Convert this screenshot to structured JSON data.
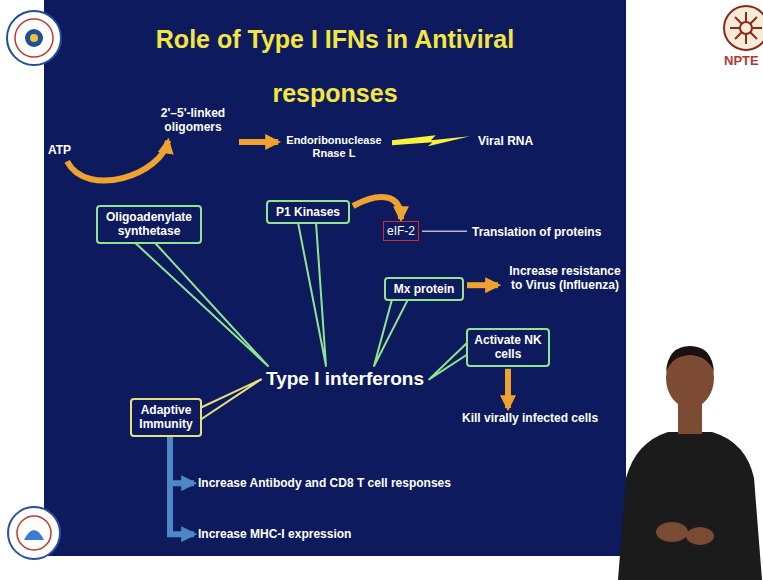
{
  "diagram": {
    "title": "Role of Type I IFNs in Antiviral responses",
    "nodes": [
      {
        "text": [
          "ATP"
        ]
      },
      {
        "text": [
          "2'–5'-linked oligomers"
        ]
      },
      {
        "text": [
          "Endoribonuclease Rnase L"
        ]
      },
      {
        "text": [
          "Viral RNA"
        ]
      },
      {
        "text": [
          "Oligoadenylate synthetase"
        ]
      },
      {
        "text": [
          "P1 Kinases"
        ]
      },
      {
        "text": [
          "eIF-2"
        ]
      },
      {
        "text": [
          "Translation of proteins"
        ]
      },
      {
        "text": [
          "Mx protein"
        ]
      },
      {
        "text": [
          "Increase resistance to Virus (Influenza)"
        ]
      },
      {
        "text": [
          "Activate NK cells"
        ]
      },
      {
        "text": [
          "Type I interferons"
        ]
      },
      {
        "text": [
          "Kill virally infected cells"
        ]
      },
      {
        "text": [
          "Adaptive Immunity"
        ]
      },
      {
        "text": [
          "Increase Antibody and CD8 T cell responses"
        ]
      },
      {
        "text": [
          "Increase MHC-I expression"
        ]
      }
    ],
    "edges": [
      {
        "from": 0,
        "to": 1,
        "arrow": "to"
      },
      {
        "from": 1,
        "to": 2,
        "arrow": "to"
      },
      {
        "from": 2,
        "to": 3,
        "arrow": "none"
      },
      {
        "from": 4,
        "to": 11,
        "arrow": "none"
      },
      {
        "from": 5,
        "to": 6,
        "arrow": "to"
      },
      {
        "from": 5,
        "to": 11,
        "arrow": "none"
      },
      {
        "from": 6,
        "to": 7,
        "arrow": "none"
      },
      {
        "from": 8,
        "to": 9,
        "arrow": "to"
      },
      {
        "from": 8,
        "to": 11,
        "arrow": "none"
      },
      {
        "from": 10,
        "to": 12,
        "arrow": "to"
      },
      {
        "from": 10,
        "to": 11,
        "arrow": "none"
      },
      {
        "from": 13,
        "to": 11,
        "arrow": "none"
      },
      {
        "from": 13,
        "to": 14,
        "arrow": "to"
      },
      {
        "from": 13,
        "to": 15,
        "arrow": "to"
      }
    ],
    "labels": [
      "NPTE"
    ]
  }
}
